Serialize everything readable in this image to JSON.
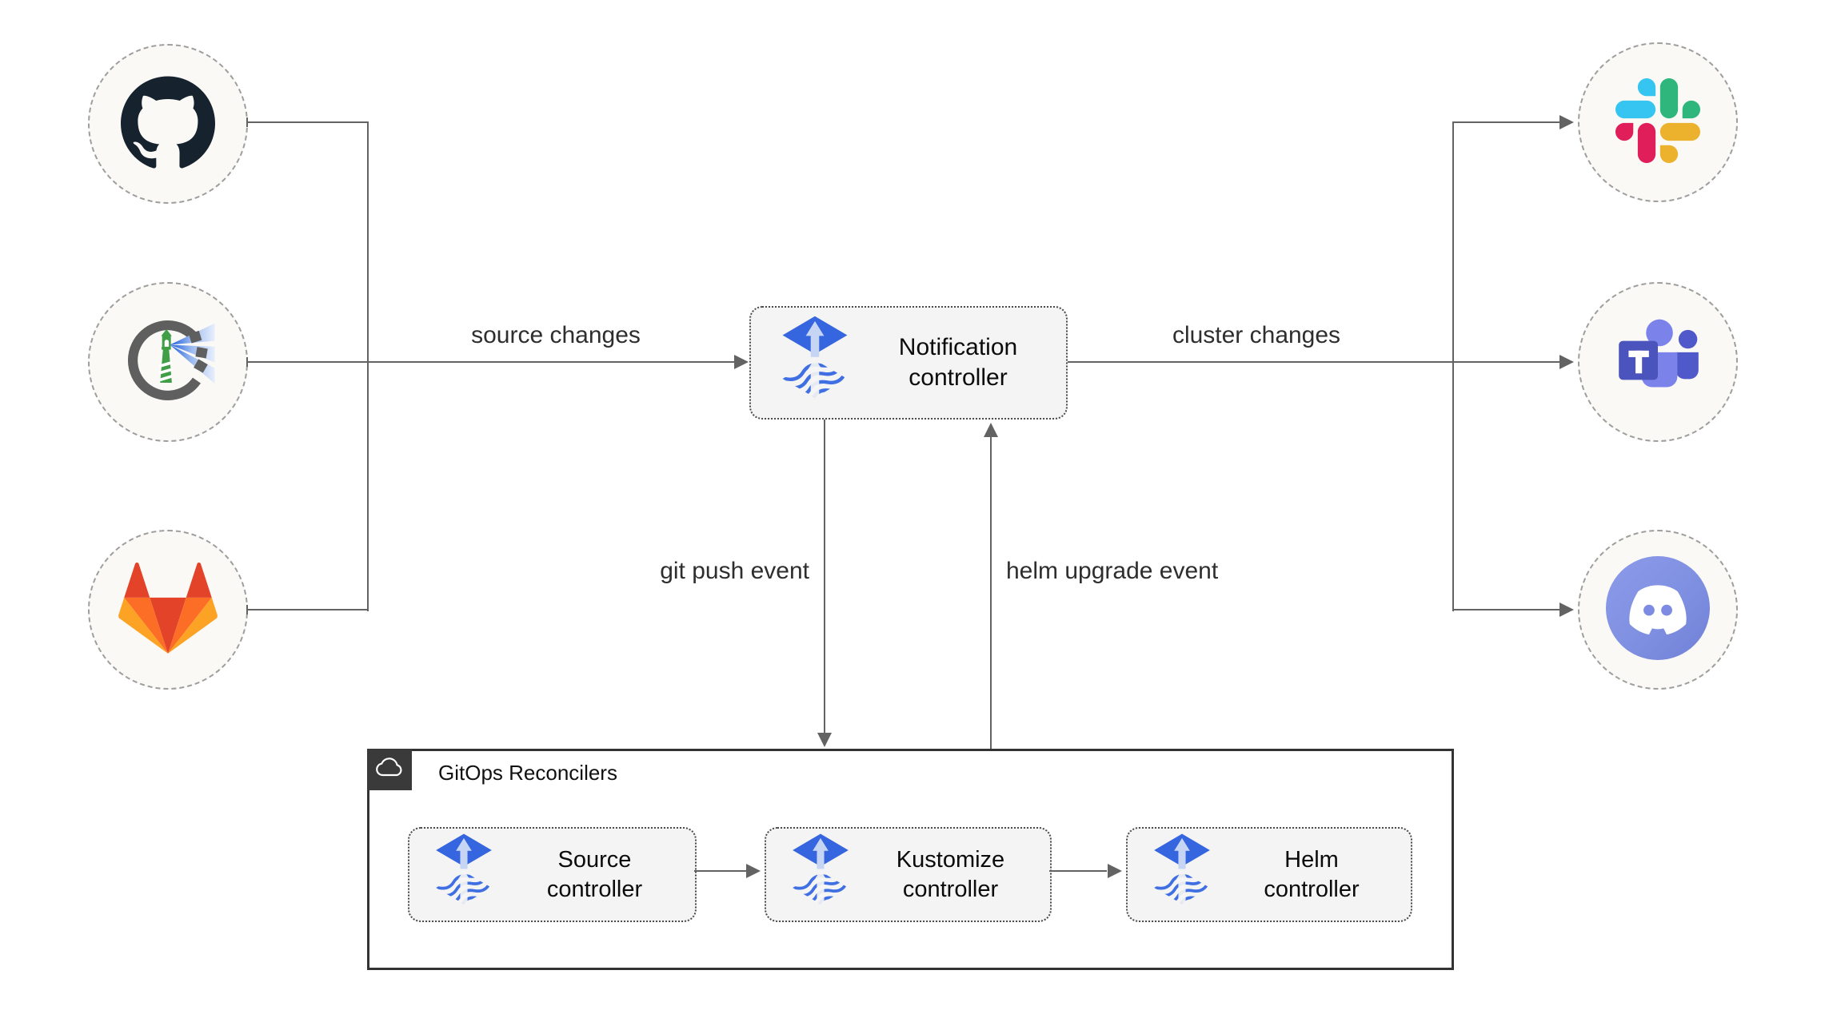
{
  "nodes": {
    "sources": [
      {
        "name": "GitHub",
        "icon": "github-icon"
      },
      {
        "name": "Harbor",
        "icon": "harbor-icon"
      },
      {
        "name": "GitLab",
        "icon": "gitlab-icon"
      }
    ],
    "notification_controller": {
      "line1": "Notification",
      "line2": "controller",
      "icon": "flux-icon"
    },
    "targets": [
      {
        "name": "Slack",
        "icon": "slack-icon"
      },
      {
        "name": "Microsoft Teams",
        "icon": "teams-icon"
      },
      {
        "name": "Discord",
        "icon": "discord-icon"
      }
    ]
  },
  "edges": {
    "source_changes": "source changes",
    "cluster_changes": "cluster changes",
    "git_push_event": "git push event",
    "helm_upgrade_event": "helm upgrade event"
  },
  "reconcilers": {
    "title": "GitOps Reconcilers",
    "tab_icon": "cloud-icon",
    "items": [
      {
        "line1": "Source",
        "line2": "controller",
        "icon": "flux-icon"
      },
      {
        "line1": "Kustomize",
        "line2": "controller",
        "icon": "flux-icon"
      },
      {
        "line1": "Helm",
        "line2": "controller",
        "icon": "flux-icon"
      }
    ]
  },
  "colors": {
    "flux_blue": "#3566df",
    "flux_wave_blue": "#3f6fe2",
    "arrow_gray": "#636363",
    "box_fill": "#f4f4f4",
    "node_fill": "#faf9f6",
    "outer_border": "#333333",
    "tab_bg": "#3a3a3a",
    "github": "#16222e",
    "harbor_green": "#3f9e46",
    "harbor_ring": "#5f5f5f",
    "gitlab": [
      "#e24329",
      "#fc6d26",
      "#fca326"
    ],
    "slack": [
      "#36c5f0",
      "#2eb67d",
      "#ecb22e",
      "#e01e5a"
    ],
    "teams": [
      "#4b53bc",
      "#7b83eb",
      "#5059c9"
    ],
    "discord": "#7d8ce2"
  }
}
